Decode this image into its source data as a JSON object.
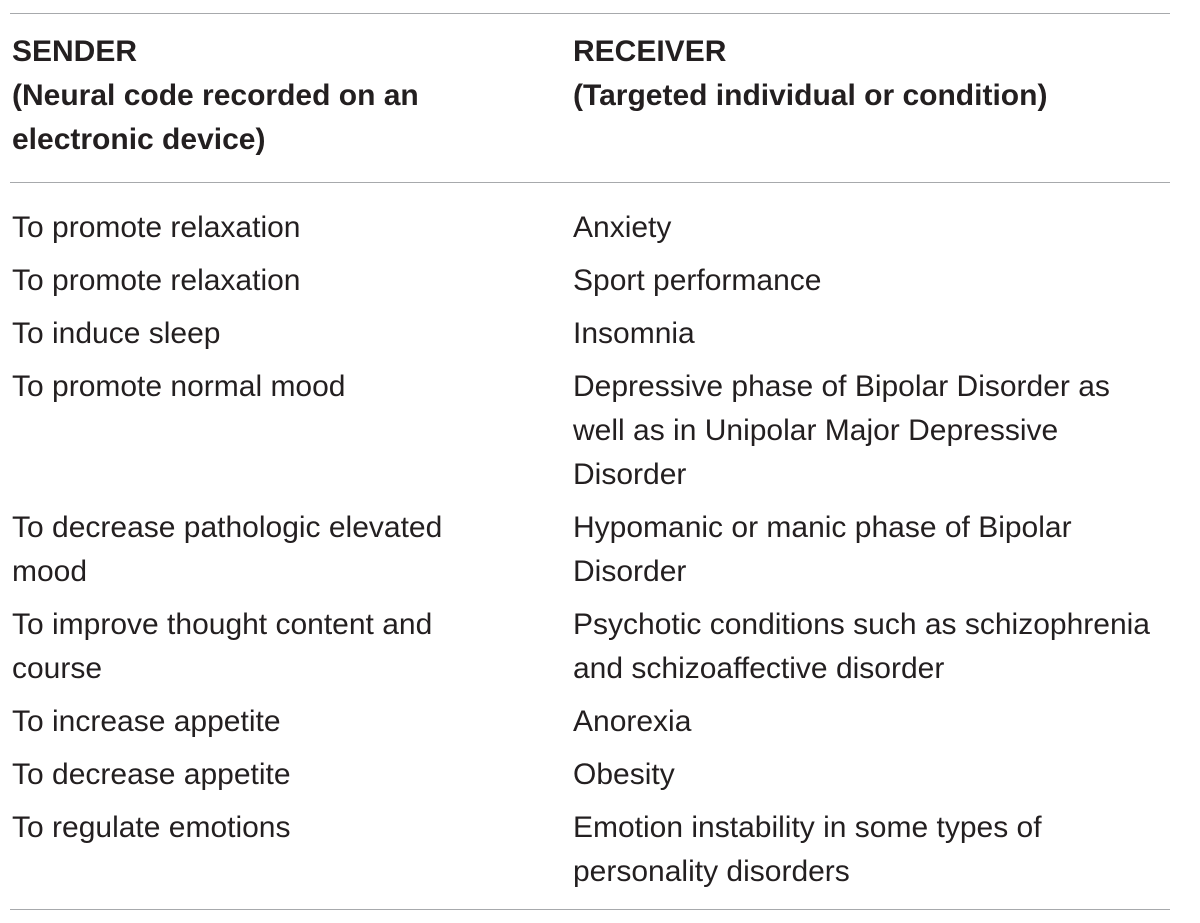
{
  "table": {
    "header": {
      "col1_title": "SENDER",
      "col1_subtitle": "(Neural code recorded on an electronic device)",
      "col2_title": "RECEIVER",
      "col2_subtitle": "(Targeted individual or condition)"
    },
    "rows": [
      {
        "sender": "To promote relaxation",
        "receiver": "Anxiety"
      },
      {
        "sender": "To promote relaxation",
        "receiver": "Sport performance"
      },
      {
        "sender": "To induce sleep",
        "receiver": "Insomnia"
      },
      {
        "sender": "To promote normal mood",
        "receiver": "Depressive phase of Bipolar Disorder as well as in Unipolar Major Depressive Disorder"
      },
      {
        "sender": "To decrease pathologic elevated mood",
        "receiver": "Hypomanic or manic phase of Bipolar Disorder"
      },
      {
        "sender": "To improve thought content and course",
        "receiver": "Psychotic conditions such as schizophrenia and schizoaffective disorder"
      },
      {
        "sender": "To increase appetite",
        "receiver": "Anorexia"
      },
      {
        "sender": "To decrease appetite",
        "receiver": "Obesity"
      },
      {
        "sender": "To regulate emotions",
        "receiver": "Emotion instability in some types of personality disorders"
      }
    ]
  }
}
